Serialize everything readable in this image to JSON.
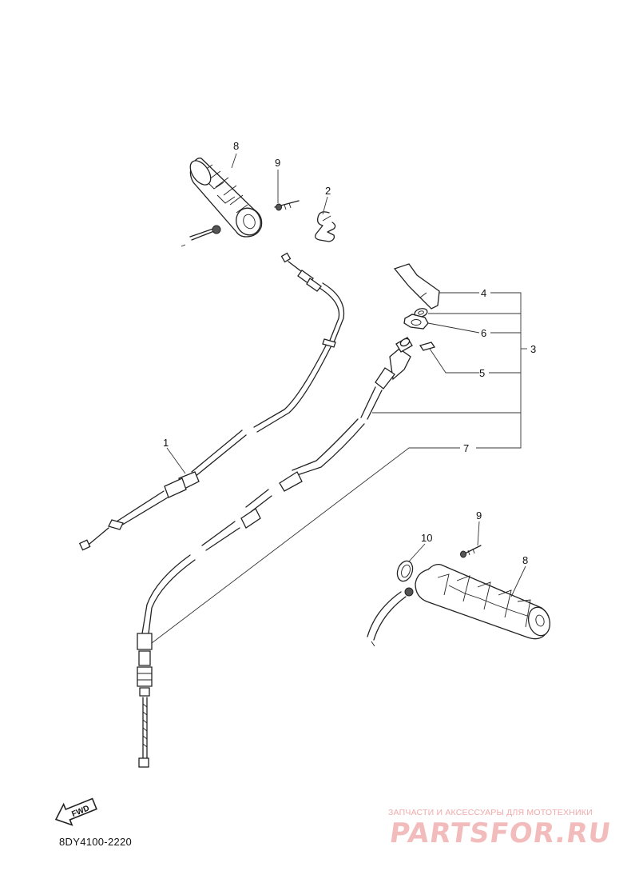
{
  "diagram": {
    "callouts": {
      "c1": "1",
      "c2": "2",
      "c3": "3",
      "c4": "4",
      "c5": "5",
      "c6": "6",
      "c7": "7",
      "c8_top": "8",
      "c8_right": "8",
      "c9_top": "9",
      "c9_right": "9",
      "c10": "10"
    },
    "fwd_label": "FWD",
    "part_number": "8DY4100-2220"
  },
  "watermark": {
    "caption": "ЗАПЧАСТИ И АКСЕССУАРЫ ДЛЯ МОТОТЕХНИКИ",
    "logo": "PARTSFOR.RU",
    "color": "#f3bcbc"
  }
}
